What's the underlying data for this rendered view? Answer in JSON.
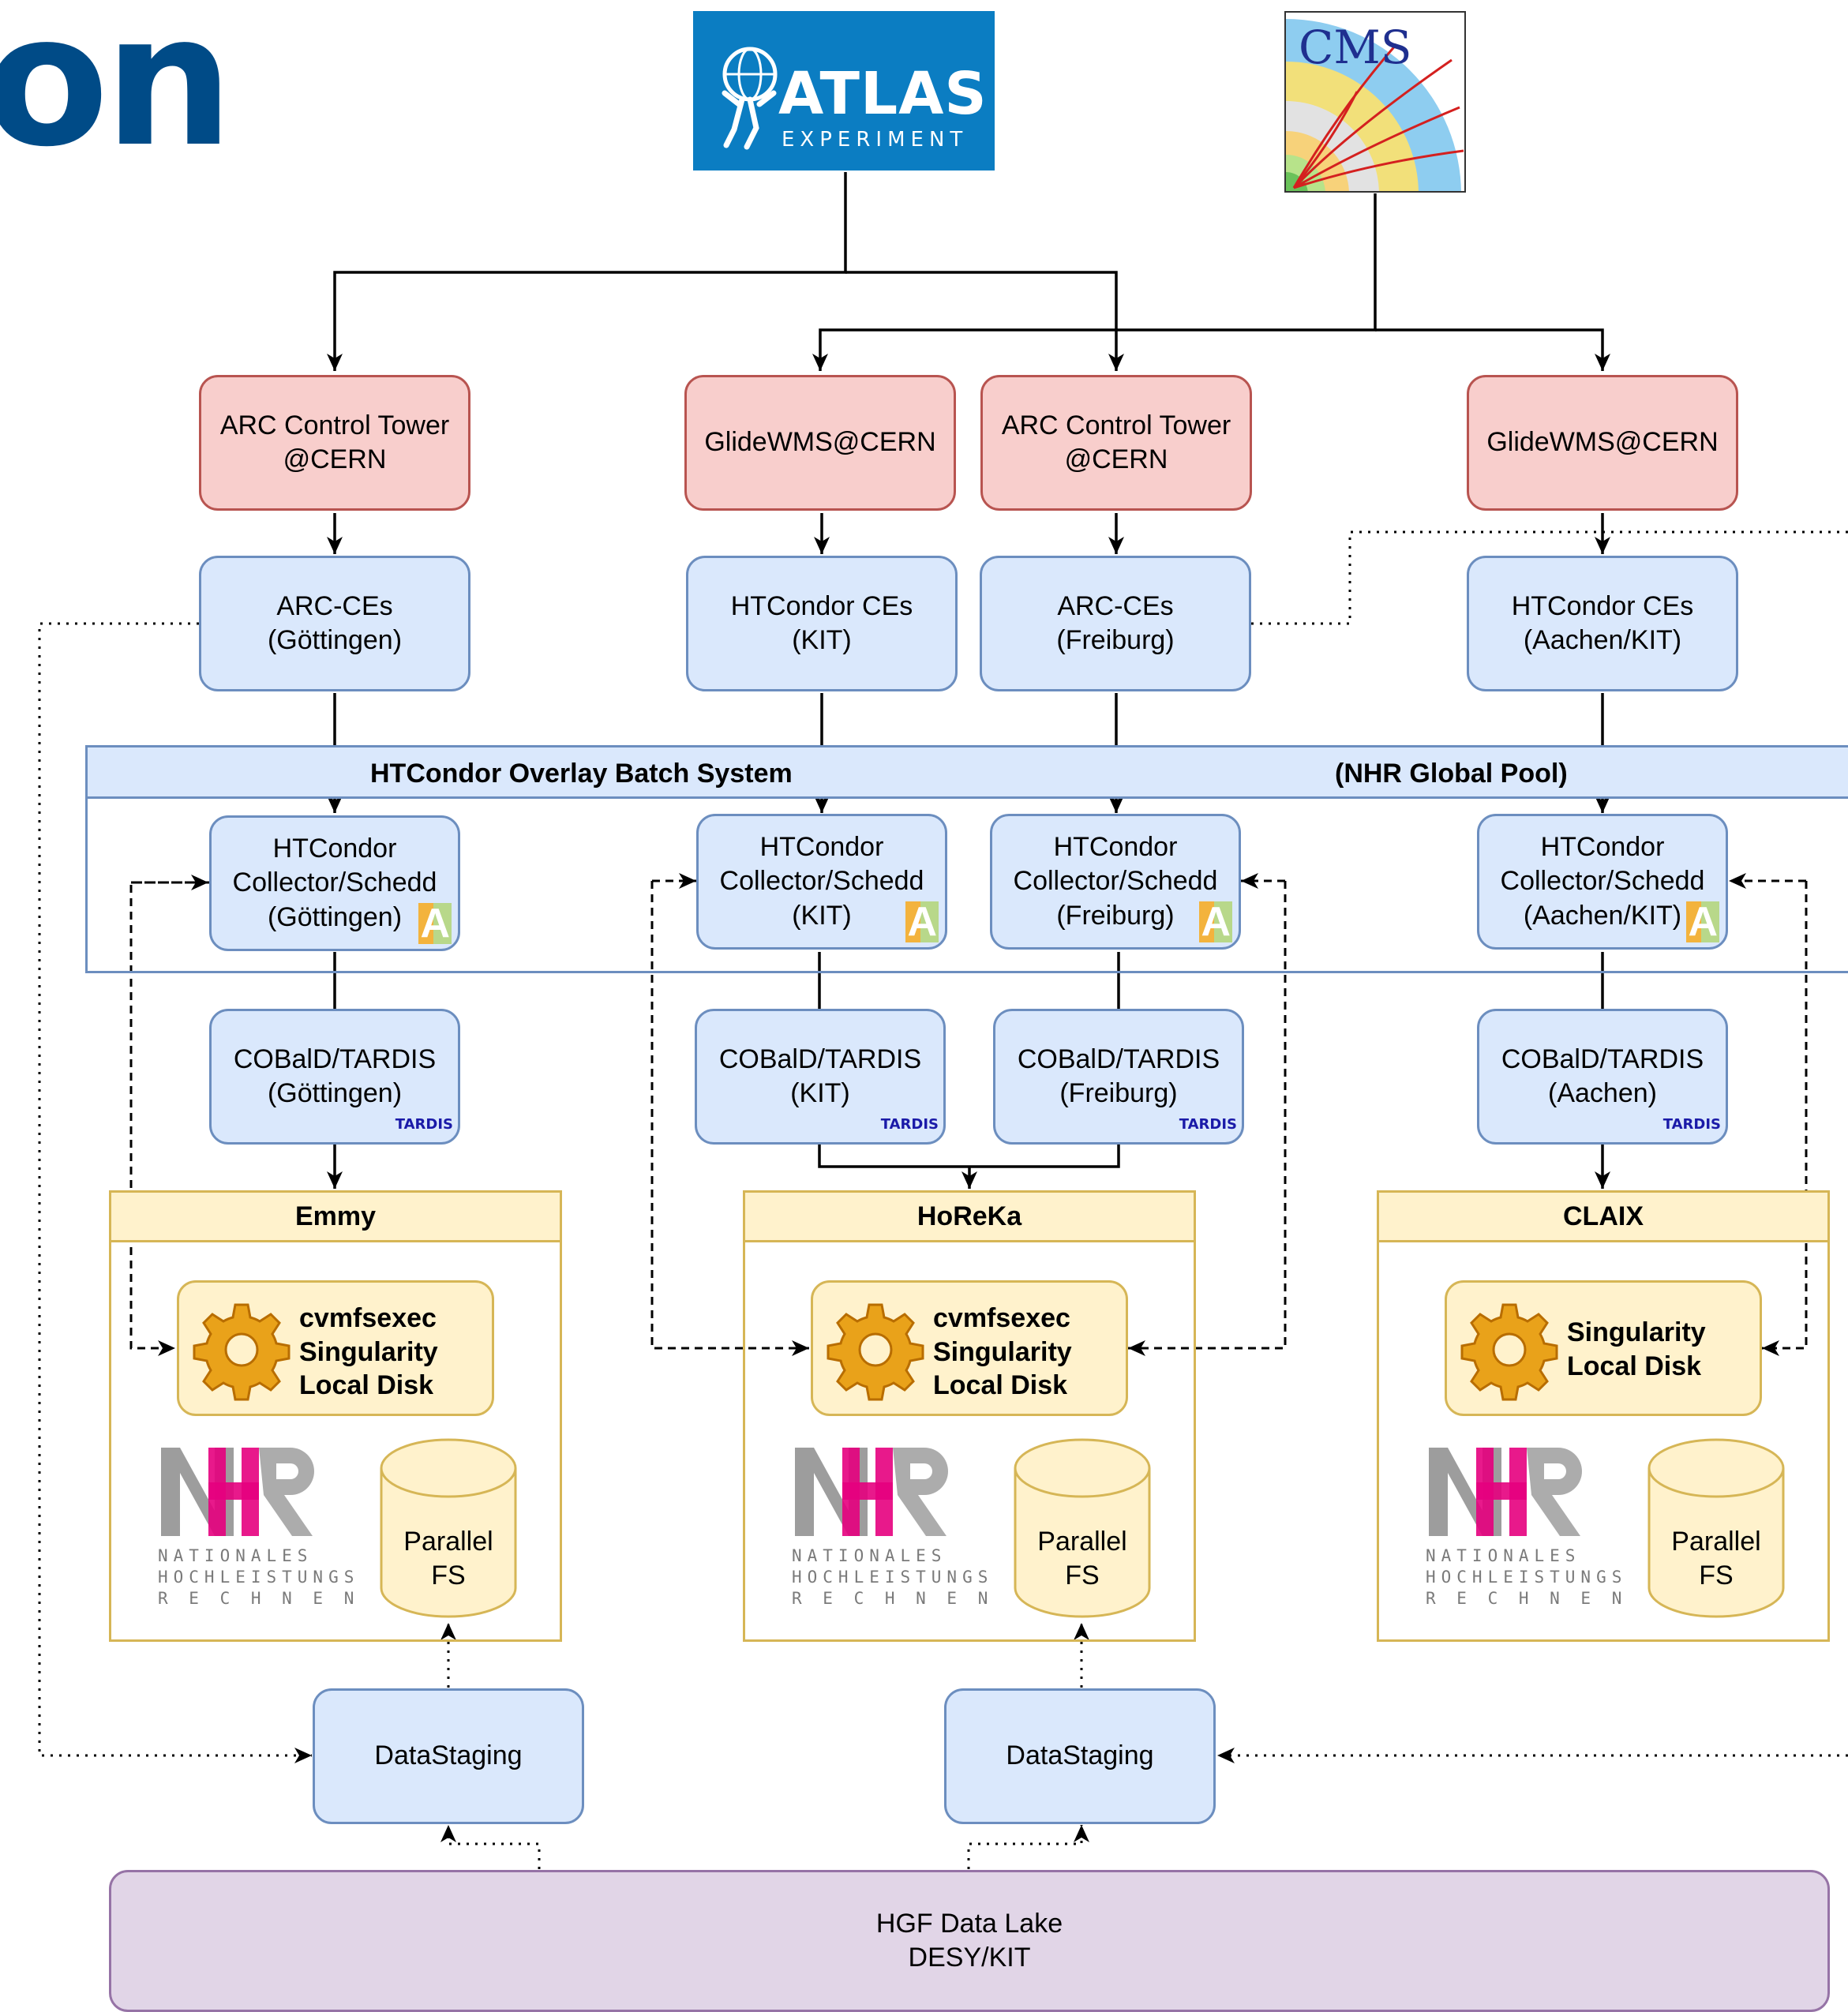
{
  "title_fragment": "on",
  "logos": {
    "atlas": {
      "name": "ATLAS",
      "sub": "EXPERIMENT",
      "color": "#0b7dc2"
    },
    "cms": {
      "name": "CMS"
    }
  },
  "top_nodes": {
    "arc_tower_1": "ARC Control Tower\n@CERN",
    "glidewms_1": "GlideWMS@CERN",
    "arc_tower_2": "ARC Control Tower\n@CERN",
    "glidewms_2": "GlideWMS@CERN"
  },
  "ce_nodes": {
    "arc_goettingen": "ARC-CEs\n(Göttingen)",
    "htcondor_kit": "HTCondor CEs\n(KIT)",
    "arc_freiburg": "ARC-CEs\n(Freiburg)",
    "htcondor_aachen": "HTCondor CEs\n(Aachen/KIT)"
  },
  "pool": {
    "title": "HTCondor Overlay Batch System",
    "subtitle": "(NHR Global Pool)"
  },
  "schedds": {
    "goettingen": "HTCondor\nCollector/Schedd\n(Göttingen)",
    "kit": "HTCondor\nCollector/Schedd\n(KIT)",
    "freiburg": "HTCondor\nCollector/Schedd\n(Freiburg)",
    "aachen": "HTCondor\nCollector/Schedd\n(Aachen/KIT)"
  },
  "cobald": {
    "goettingen": "COBalD/TARDIS\n(Göttingen)",
    "kit": "COBalD/TARDIS\n(KIT)",
    "freiburg": "COBalD/TARDIS\n(Freiburg)",
    "aachen": "COBalD/TARDIS\n(Aachen)"
  },
  "badges": {
    "tardis": "TARDIS",
    "auditor": "A"
  },
  "sites": {
    "emmy": {
      "name": "Emmy",
      "stack": "cvmfsexec\nSingularity\nLocal Disk"
    },
    "horeka": {
      "name": "HoReKa",
      "stack": "cvmfsexec\nSingularity\nLocal Disk"
    },
    "claix": {
      "name": "CLAIX",
      "stack": "Singularity\nLocal Disk"
    }
  },
  "nhr": {
    "letters": "NHR",
    "caption": "NATIONALES\nHOCHLEISTUNGS\nR E C H N E N"
  },
  "storage": {
    "parallel_fs": "Parallel\nFS",
    "datastaging": "DataStaging"
  },
  "data_lake": "HGF Data Lake\nDESY/KIT",
  "colors": {
    "red_fill": "#f8cecc",
    "blue_fill": "#dae8fc",
    "yellow_fill": "#fff2cc",
    "purple_fill": "#e1d5e7",
    "title_blue": "#004b87",
    "nhr_magenta": "#e6007e"
  }
}
